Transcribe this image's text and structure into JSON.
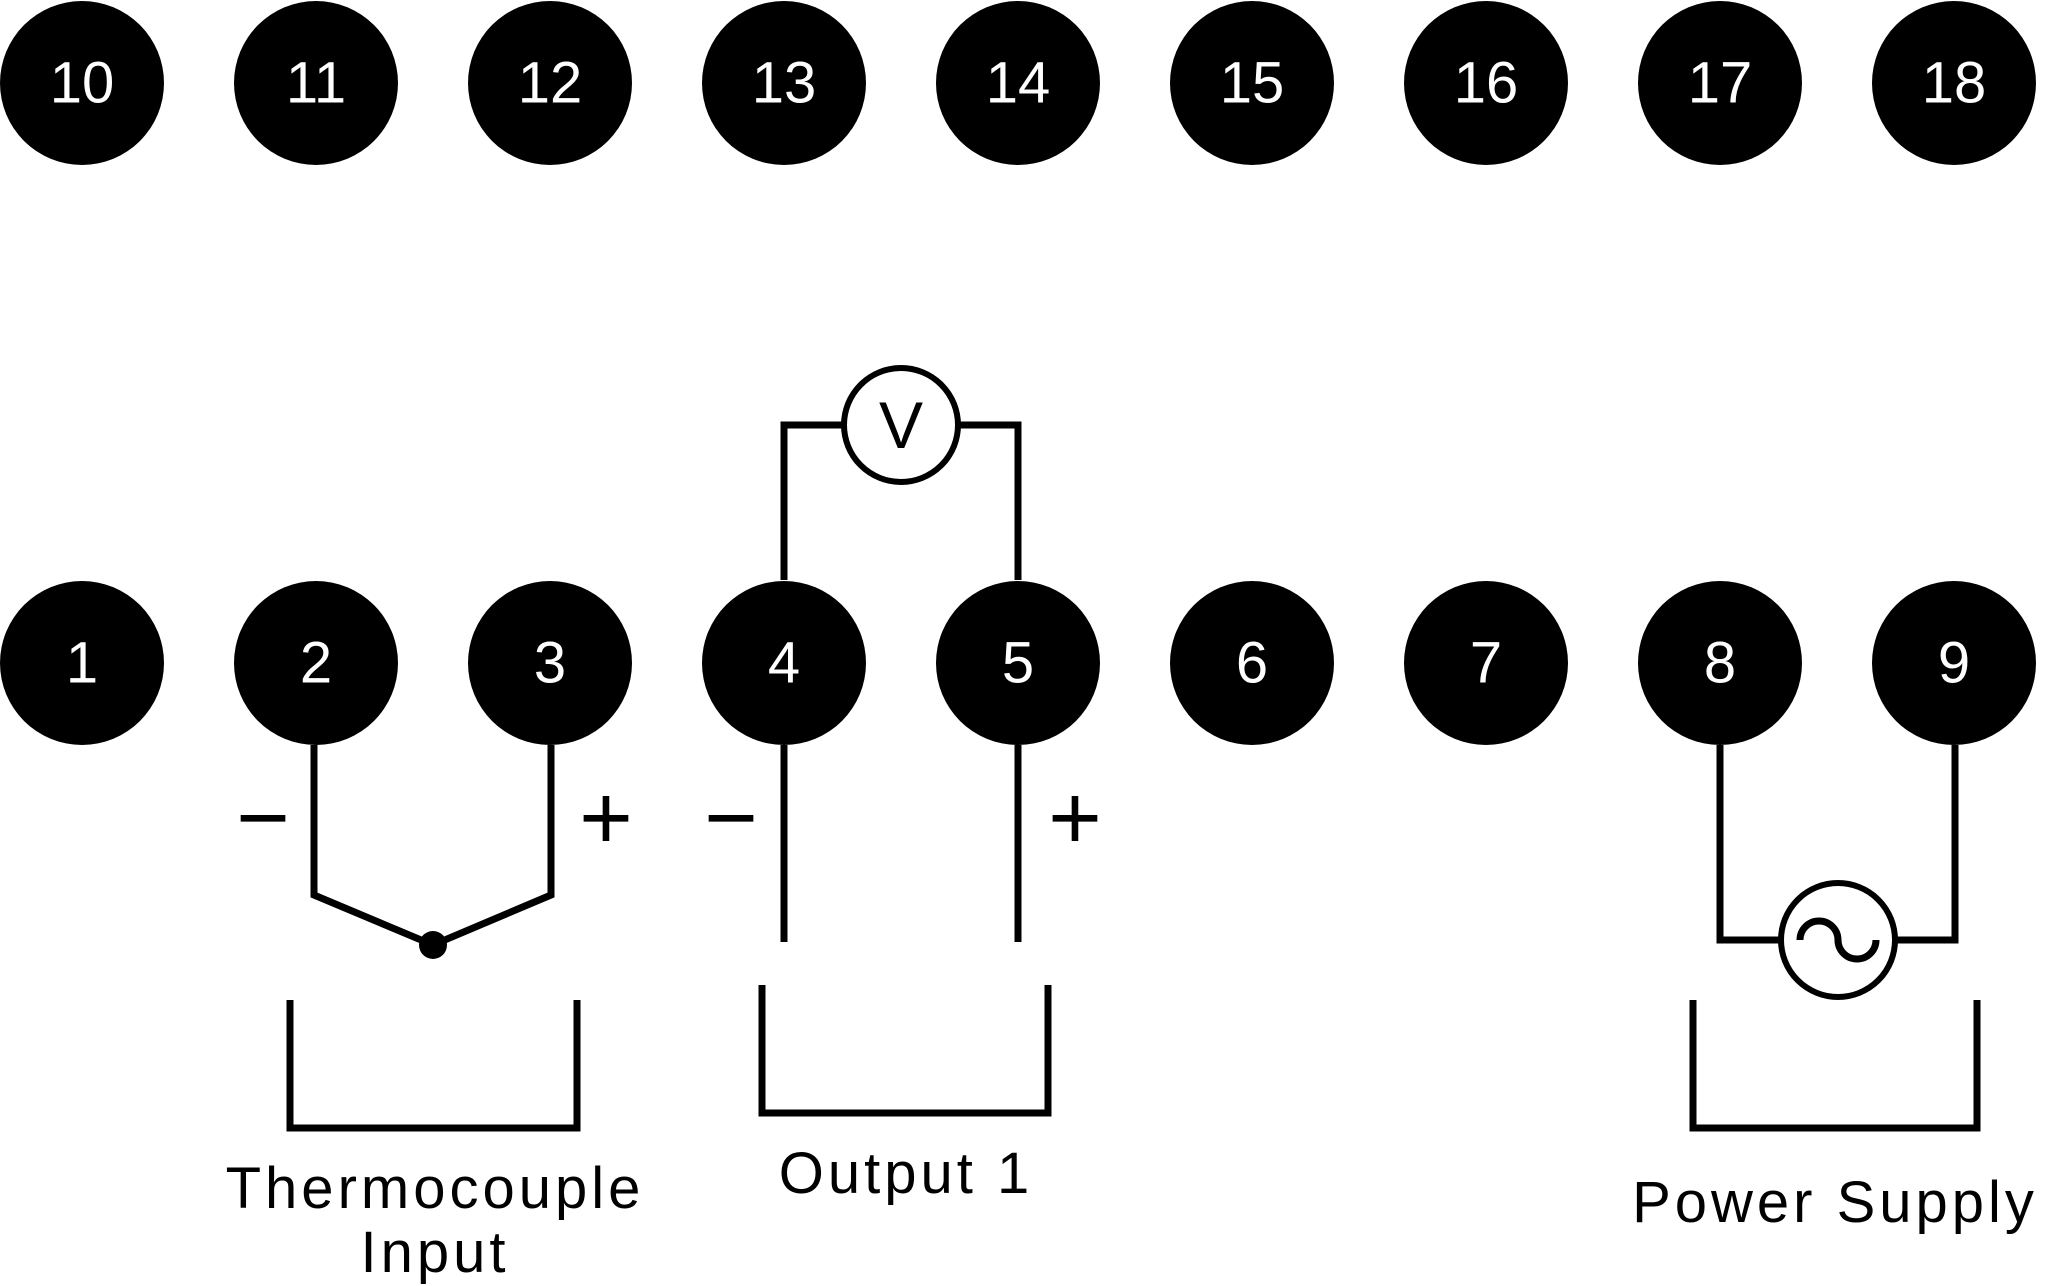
{
  "terminals_top": [
    "10",
    "11",
    "12",
    "13",
    "14",
    "15",
    "16",
    "17",
    "18"
  ],
  "terminals_bottom": [
    "1",
    "2",
    "3",
    "4",
    "5",
    "6",
    "7",
    "8",
    "9"
  ],
  "voltmeter": {
    "symbol": "V"
  },
  "polarity": {
    "tc_minus": "−",
    "tc_plus": "+",
    "out_minus": "−",
    "out_plus": "+"
  },
  "groups": {
    "thermocouple": {
      "line1": "Thermocouple",
      "line2": "Input"
    },
    "output1": {
      "label": "Output 1"
    },
    "power": {
      "label": "Power Supply"
    }
  },
  "colors": {
    "terminal_fill": "#000000",
    "terminal_text": "#ffffff",
    "line": "#000000",
    "background": "#ffffff"
  }
}
